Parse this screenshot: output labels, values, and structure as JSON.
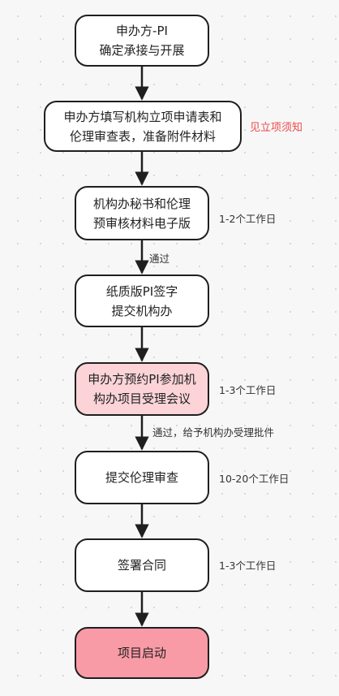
{
  "nodes": [
    {
      "id": "n1",
      "lines": [
        "申办方-PI",
        "确定承接与开展"
      ]
    },
    {
      "id": "n2",
      "lines": [
        "申办方填写机构立项申请表和",
        "伦理审查表，准备附件材料"
      ]
    },
    {
      "id": "n3",
      "lines": [
        "机构办秘书和伦理",
        "预审核材料电子版"
      ]
    },
    {
      "id": "n4",
      "lines": [
        "纸质版PI签字",
        "提交机构办"
      ]
    },
    {
      "id": "n5",
      "lines": [
        "申办方预约PI参加机",
        "构办项目受理会议"
      ]
    },
    {
      "id": "n6",
      "lines": [
        "提交伦理审查"
      ]
    },
    {
      "id": "n7",
      "lines": [
        "签署合同"
      ]
    },
    {
      "id": "n8",
      "lines": [
        "项目启动"
      ]
    }
  ],
  "side_notes": {
    "n2": "见立项须知",
    "n3": "1-2个工作日",
    "n5": "1-3个工作日",
    "n6": "10-20个工作日",
    "n7": "1-3个工作日"
  },
  "edge_labels": {
    "e3": "通过",
    "e5": "通过，给予机构办受理批件"
  },
  "colors": {
    "stroke": "#1f1f1f",
    "node_fill": "#ffffff",
    "highlight_fill": "#fcd4d8",
    "start_fill": "#f99ba6",
    "note_text": "#f04a4a"
  }
}
